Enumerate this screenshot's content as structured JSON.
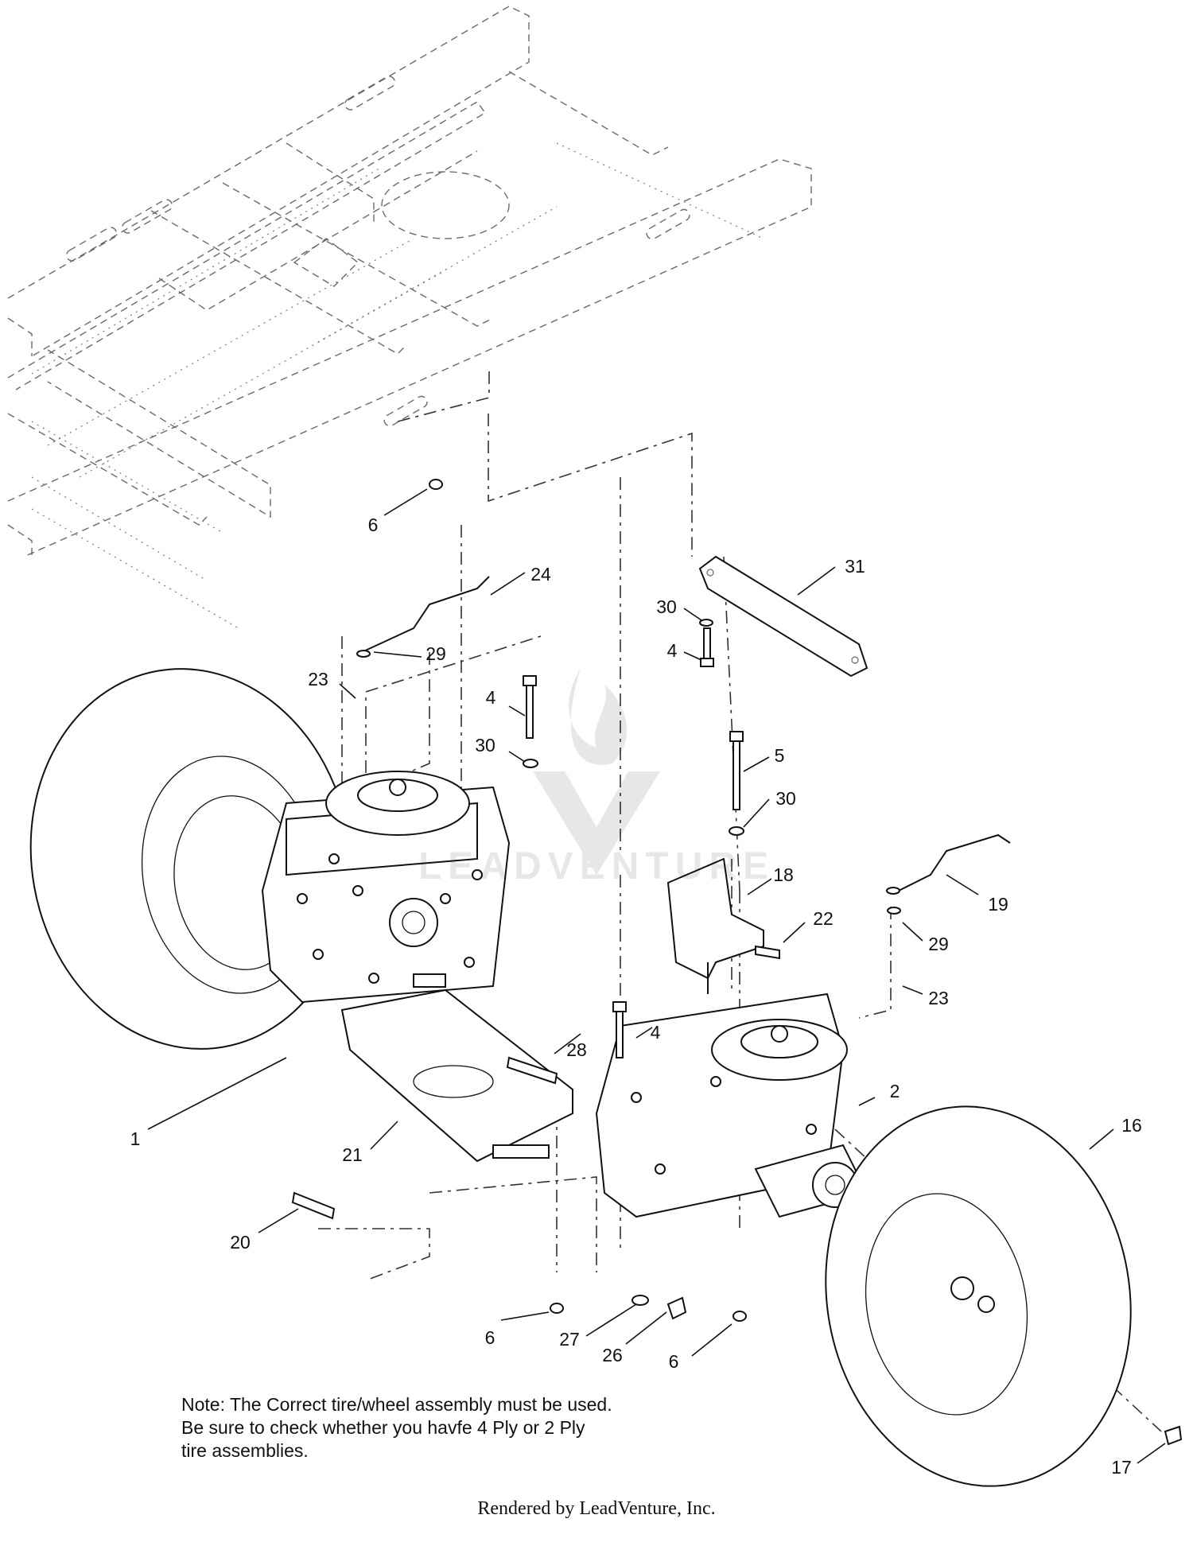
{
  "callouts": [
    {
      "label": "6"
    },
    {
      "label": "24"
    },
    {
      "label": "31"
    },
    {
      "label": "30"
    },
    {
      "label": "4"
    },
    {
      "label": "29"
    },
    {
      "label": "23"
    },
    {
      "label": "4"
    },
    {
      "label": "30"
    },
    {
      "label": "5"
    },
    {
      "label": "30"
    },
    {
      "label": "18"
    },
    {
      "label": "22"
    },
    {
      "label": "19"
    },
    {
      "label": "29"
    },
    {
      "label": "23"
    },
    {
      "label": "28"
    },
    {
      "label": "4"
    },
    {
      "label": "2"
    },
    {
      "label": "1"
    },
    {
      "label": "21"
    },
    {
      "label": "16"
    },
    {
      "label": "20"
    },
    {
      "label": "6"
    },
    {
      "label": "27"
    },
    {
      "label": "26"
    },
    {
      "label": "6"
    },
    {
      "label": "17"
    }
  ],
  "note": {
    "lines": [
      "Note: The Correct tire/wheel assembly must be used.",
      "Be sure to check whether you havfe 4 Ply or 2 Ply",
      "tire assemblies."
    ]
  },
  "footer": "Rendered by LeadVenture, Inc.",
  "watermark": "LEADVENTURE"
}
